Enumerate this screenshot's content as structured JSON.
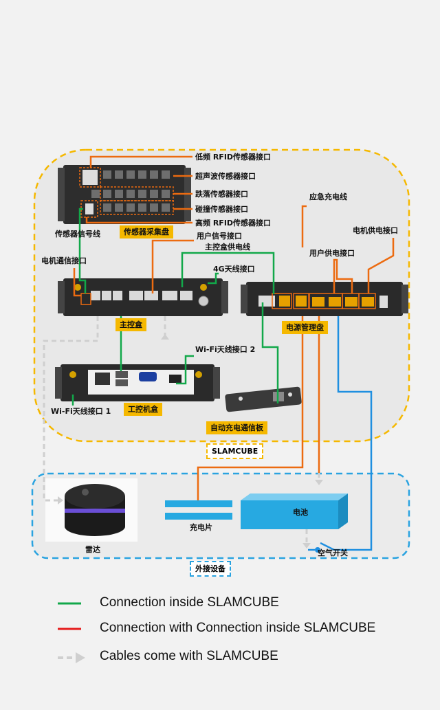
{
  "labels": {
    "rfid_low": "低频 RFID传感器接口",
    "ultrasonic": "超声波传感器接口",
    "fall": "跌落传感器接口",
    "collision": "碰撞传感器接口",
    "rfid_high": "高频 RFID传感器接口",
    "sensor_signal": "传感器信号线",
    "sensor_box": "传感器采集盘",
    "user_signal": "用户信号接口",
    "main_power_line": "主控盒供电线",
    "emergency_charge": "应急充电线",
    "motor_power": "电机供电接口",
    "user_power": "用户供电接口",
    "motor_comm": "电机通信接口",
    "antenna_4g": "4G天线接口",
    "main_box": "主控盒",
    "power_box": "电源管理盘",
    "wifi2": "Wi-Fi天线接口 2",
    "wifi1": "Wi-Fi天线接口 1",
    "ipc_box": "工控机盒",
    "charge_board": "自动充电通信板",
    "slamcube": "SLAMCUBE",
    "lidar": "雷达",
    "charge_plate": "充电片",
    "battery": "电池",
    "air_switch": "空气开关",
    "external": "外接设备"
  },
  "legend": [
    {
      "text": "Connection inside SLAMCUBE",
      "color": "#12a84a",
      "style": "solid"
    },
    {
      "text": "Connection with Connection inside SLAMCUBE",
      "color": "#e51c1c",
      "style": "solid"
    },
    {
      "text": "Cables come with SLAMCUBE",
      "color": "#cccccc",
      "style": "dashed-arrow"
    }
  ],
  "colors": {
    "green": "#12a84a",
    "orange": "#ec6b10",
    "blue": "#1f8fe0",
    "gray_dash": "#cccccc",
    "yellow_border": "#f5b800",
    "cyan_border": "#2aa3e0",
    "battery": "#27a9e1"
  }
}
